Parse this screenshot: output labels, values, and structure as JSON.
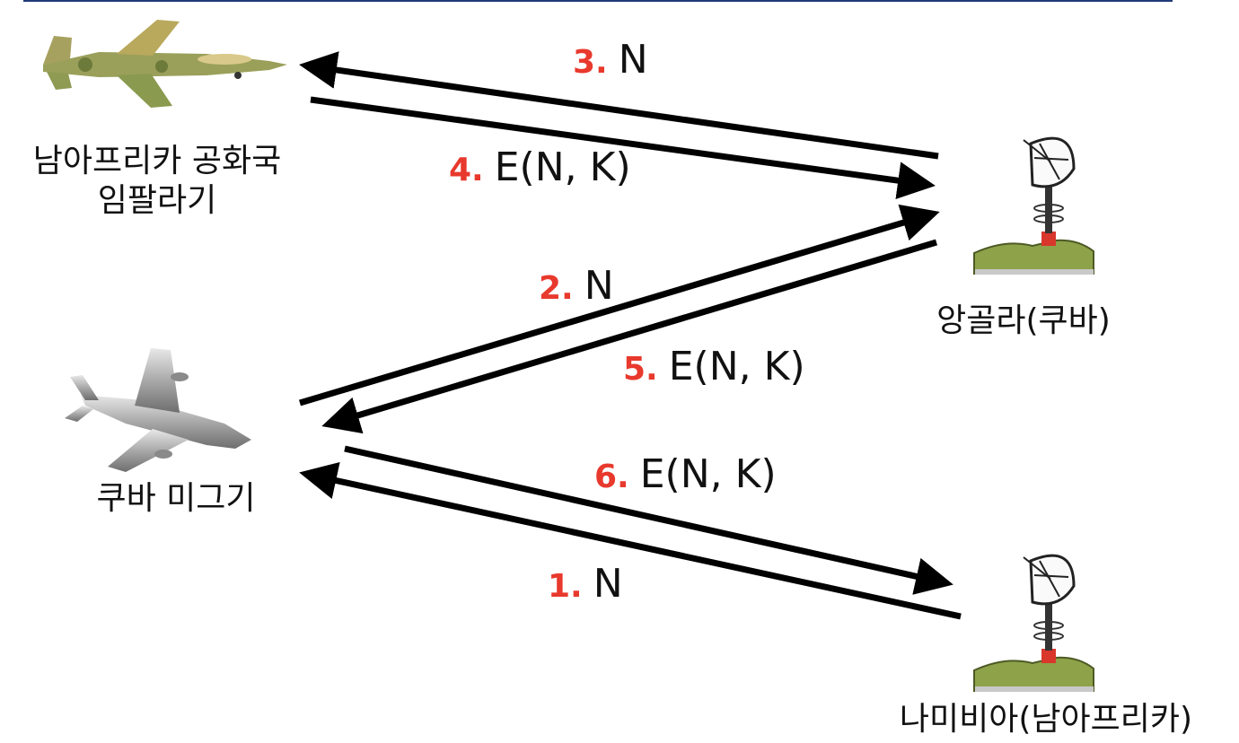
{
  "nodes": {
    "sa_fighter": {
      "line1": "남아프리카 공화국",
      "line2": "임팔라기"
    },
    "cuban_mig": {
      "label": "쿠바 미그기"
    },
    "angola": {
      "label": "앙골라(쿠바)"
    },
    "namibia": {
      "label": "나미비아(남아프리카)"
    }
  },
  "messages": [
    {
      "num": "1.",
      "text": "N"
    },
    {
      "num": "2.",
      "text": "N"
    },
    {
      "num": "3.",
      "text": "N"
    },
    {
      "num": "4.",
      "text": "E(N, K)"
    },
    {
      "num": "5.",
      "text": "E(N, K)"
    },
    {
      "num": "6.",
      "text": "E(N, K)"
    }
  ],
  "colors": {
    "step_number": "#e8392d",
    "arrow": "#000000",
    "rule": "#1f3a78"
  }
}
